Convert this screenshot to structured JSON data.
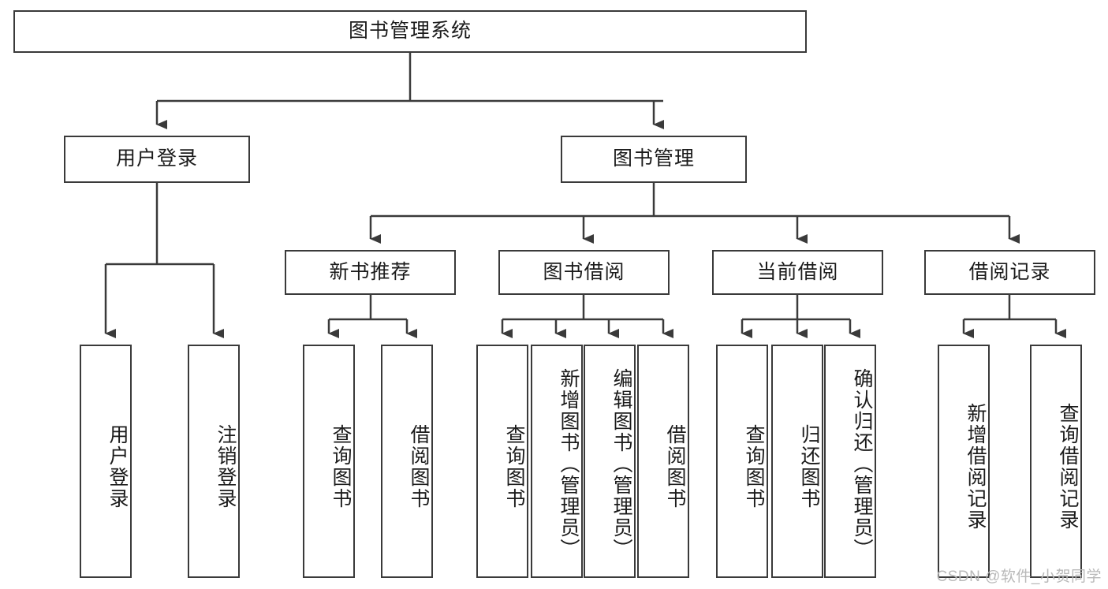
{
  "diagram": {
    "title": "图书管理系统",
    "type": "tree-hierarchy-chart",
    "root": {
      "id": "root",
      "label": "图书管理系统"
    },
    "level2": [
      {
        "id": "user-login",
        "label": "用户登录"
      },
      {
        "id": "book-manage",
        "label": "图书管理"
      }
    ],
    "level3": [
      {
        "id": "new-book-rec",
        "label": "新书推荐",
        "parent": "book-manage"
      },
      {
        "id": "book-borrow",
        "label": "图书借阅",
        "parent": "book-manage"
      },
      {
        "id": "current-borrow",
        "label": "当前借阅",
        "parent": "book-manage"
      },
      {
        "id": "borrow-record",
        "label": "借阅记录",
        "parent": "book-manage"
      }
    ],
    "leaves": [
      {
        "id": "leaf-user-login",
        "label": "用户登录",
        "parent": "user-login"
      },
      {
        "id": "leaf-logout-login",
        "label": "注销登录",
        "parent": "user-login"
      },
      {
        "id": "leaf-query-book-1",
        "label": "查询图书",
        "parent": "new-book-rec"
      },
      {
        "id": "leaf-borrow-book-1",
        "label": "借阅图书",
        "parent": "new-book-rec"
      },
      {
        "id": "leaf-query-book-2",
        "label": "查询图书",
        "parent": "book-borrow"
      },
      {
        "id": "leaf-add-book",
        "label": "新增图书（管理员）",
        "parent": "book-borrow"
      },
      {
        "id": "leaf-edit-book",
        "label": "编辑图书（管理员）",
        "parent": "book-borrow"
      },
      {
        "id": "leaf-borrow-book-2",
        "label": "借阅图书",
        "parent": "book-borrow"
      },
      {
        "id": "leaf-query-book-3",
        "label": "查询图书",
        "parent": "current-borrow"
      },
      {
        "id": "leaf-return-book",
        "label": "归还图书",
        "parent": "current-borrow"
      },
      {
        "id": "leaf-confirm-return",
        "label": "确认归还（管理员）",
        "parent": "current-borrow"
      },
      {
        "id": "leaf-add-record",
        "label": "新增借阅记录",
        "parent": "borrow-record"
      },
      {
        "id": "leaf-query-record",
        "label": "查询借阅记录",
        "parent": "borrow-record"
      }
    ],
    "colors": {
      "stroke": "#3a3a3a",
      "fill": "#ffffff",
      "text": "#1b1b1b",
      "watermark": "#b9b9b9"
    }
  },
  "watermark": {
    "text": "CSDN @软件_小贺同学"
  }
}
